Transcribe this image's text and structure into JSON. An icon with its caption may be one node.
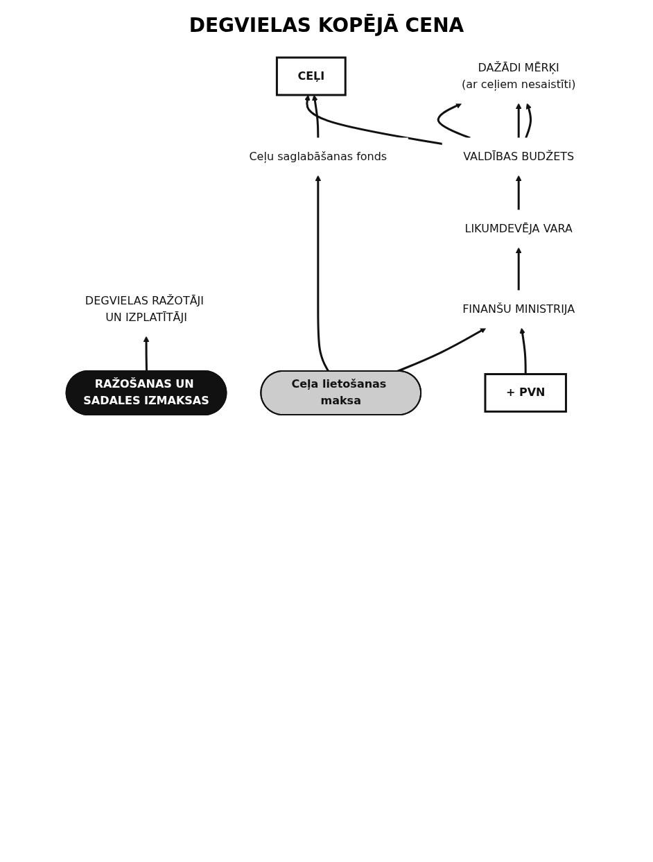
{
  "diagram": {
    "nodes": [
      {
        "text": [
          "DAŽĀDI MĒRĶI",
          "(ar ceļiem nesaistīti)"
        ]
      },
      {
        "text": [
          "VALDĪBAS BUDŽETS"
        ]
      },
      {
        "text": [
          "CEĻI"
        ]
      },
      {
        "text": [
          "LIKUMDEVĒJA VARA"
        ]
      },
      {
        "text": [
          "Ceļu saglabāšanas fonds"
        ]
      },
      {
        "text": [
          "FINANŠU MINISTRIJA"
        ]
      },
      {
        "text": [
          "Ceļa lietošanas maksa"
        ]
      },
      {
        "text": [
          "RAŽOŠANAS UN SADALES IZMAKSAS"
        ]
      },
      {
        "text": [
          "DEGVIELAS RAŽOTĀJI UN IZPLATĪTĀJI"
        ]
      },
      {
        "text": [
          "+ PVN"
        ]
      }
    ],
    "edges": [
      {
        "from": 1,
        "to": 0,
        "arrow": "to"
      },
      {
        "from": 1,
        "to": 0,
        "arrow": "to"
      },
      {
        "from": 1,
        "to": 0,
        "arrow": "to"
      },
      {
        "from": 1,
        "to": 2,
        "arrow": "to"
      },
      {
        "from": 3,
        "to": 1,
        "arrow": "to"
      },
      {
        "from": 5,
        "to": 3,
        "arrow": "to"
      },
      {
        "from": 4,
        "to": 2,
        "arrow": "to"
      },
      {
        "from": 6,
        "to": 4,
        "arrow": "to"
      },
      {
        "from": 6,
        "to": 5,
        "arrow": "to"
      },
      {
        "from": 7,
        "to": 8,
        "arrow": "to"
      },
      {
        "from": 9,
        "to": 5,
        "arrow": "to"
      }
    ],
    "labels": [
      "DEGVIELAS KOPĒJĀ CENA"
    ]
  }
}
